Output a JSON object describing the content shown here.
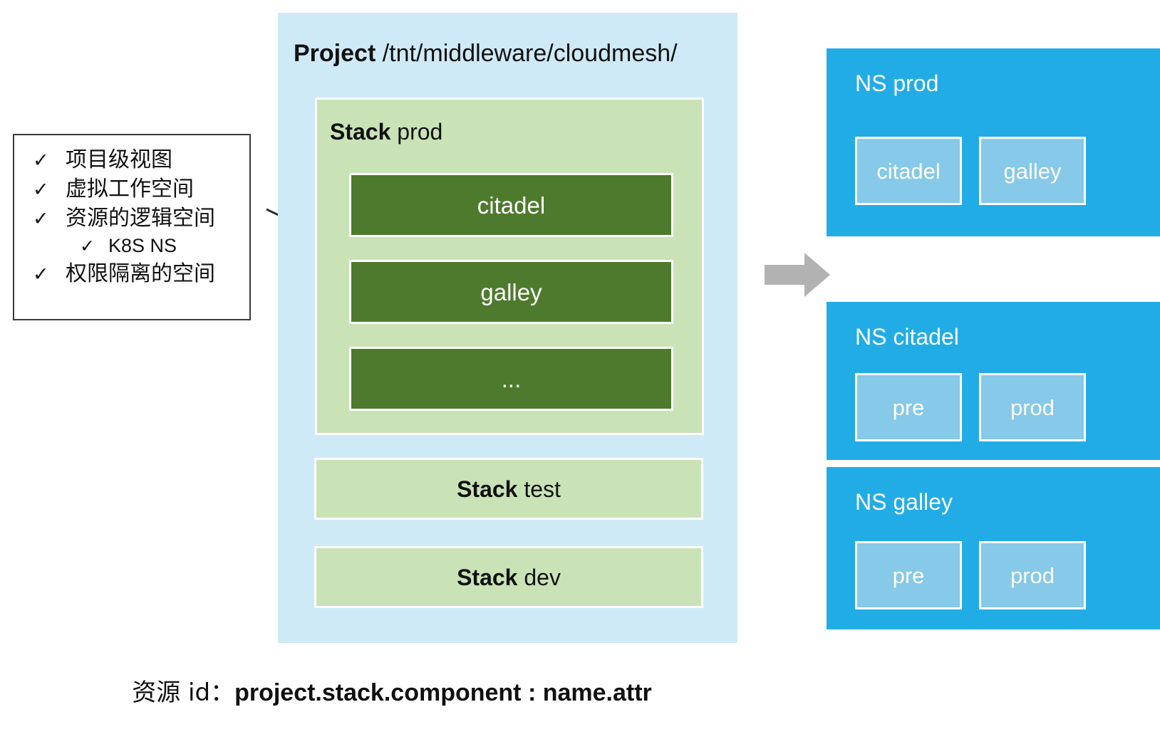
{
  "callout": {
    "check_glyph": "✓",
    "items": [
      {
        "label": "项目级视图",
        "indented": false
      },
      {
        "label": "虚拟工作空间",
        "indented": false
      },
      {
        "label": "资源的逻辑空间",
        "indented": false
      },
      {
        "label": "K8S NS",
        "indented": true
      },
      {
        "label": "权限隔离的空间",
        "indented": false
      }
    ]
  },
  "project": {
    "keyword": "Project",
    "path": "/tnt/middleware/cloudmesh/",
    "stack_prod": {
      "keyword": "Stack",
      "name": "prod",
      "components": [
        "citadel",
        "galley",
        "..."
      ]
    },
    "stacks": [
      {
        "keyword": "Stack",
        "name": "test"
      },
      {
        "keyword": "Stack",
        "name": "dev"
      }
    ]
  },
  "namespaces": [
    {
      "keyword": "NS",
      "name": "prod",
      "children": [
        "citadel",
        "galley"
      ]
    },
    {
      "keyword": "NS",
      "name": "citadel",
      "children": [
        "pre",
        "prod"
      ]
    },
    {
      "keyword": "NS",
      "name": "galley",
      "children": [
        "pre",
        "prod"
      ]
    }
  ],
  "arrow": {
    "name": "right-arrow",
    "color": "#b2b2b2"
  },
  "caption": {
    "prefix": "资源 id：",
    "main": "project.stack.component : name.attr"
  },
  "colors": {
    "project_bg": "#cfeaf7",
    "stack_bg": "#c9e3b6",
    "component_bg": "#4e7a2e",
    "ns_bg": "#22ace6",
    "ns_child_bg": "#86c9e8",
    "arrow": "#b2b2b2",
    "callout_border": "#3a3a3a"
  }
}
